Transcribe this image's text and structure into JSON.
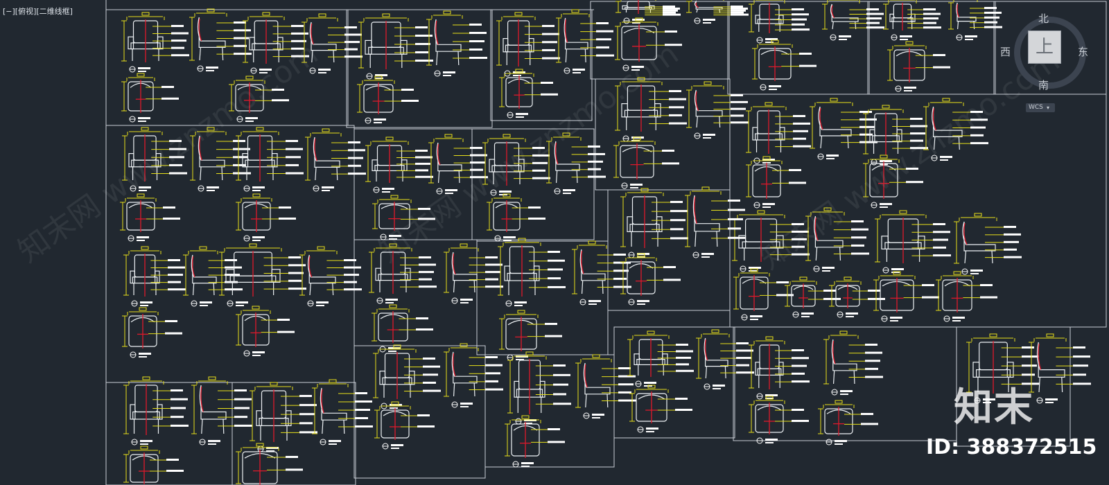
{
  "viewport": {
    "label": "[−][俯视][二维线框]"
  },
  "viewcube": {
    "north": "北",
    "south": "南",
    "east": "东",
    "west": "西",
    "face": "上",
    "wcs": "WCS",
    "wcs_arrow_icon": "triangle-down-icon"
  },
  "watermark": {
    "brand": "知末",
    "id_text": "ID: 388372515",
    "diagonal_text": "知末网 www.znzmo.com"
  },
  "colors": {
    "background": "#212830",
    "frame_lines": "#c9ced6",
    "geometry": "#eef2f5",
    "dimensions": "#e9e11a",
    "section_lines": "#e0192b"
  }
}
